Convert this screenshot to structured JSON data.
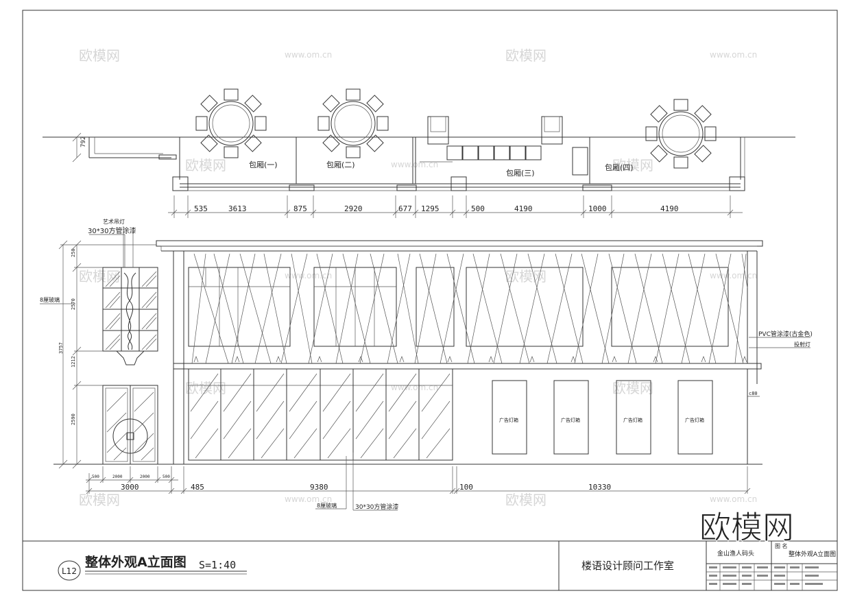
{
  "plan": {
    "rooms": [
      "包厢(一)",
      "包厢(二)",
      "包厢(三)",
      "包厢(四)"
    ],
    "left_dim": "792",
    "dims": [
      "535",
      "3613",
      "875",
      "2920",
      "677",
      "1295",
      "500",
      "4190",
      "1000",
      "4190"
    ]
  },
  "elevation": {
    "labels": {
      "art_lamp": "艺术吊灯",
      "square_tube_top": "30*30方管涂漆",
      "glass_left": "8厘玻璃",
      "pvc": "PVC管涂漆(古金色)",
      "spot": "投射灯",
      "ad_box": "广告灯箱",
      "glass_bottom": "8厘玻璃",
      "square_tube_bottom": "30*30方管涂漆"
    },
    "vertical_dims": [
      "250",
      "2570",
      "3757",
      "1212",
      "2590"
    ],
    "bottom_small_dims": [
      "500",
      "2000",
      "2000",
      "500"
    ],
    "bottom_dims": [
      "3000",
      "485",
      "9380",
      "100",
      "10330"
    ],
    "right_small_dim": "c80"
  },
  "title_block": {
    "sheet_no": "L12",
    "title": "整体外观A立面图",
    "scale": "S=1:40",
    "studio": "楼语设计顾问工作室",
    "project": "金山渔人码头",
    "drawing_name_label": "图 名",
    "drawing_name": "整体外观A立面图"
  },
  "watermarks": [
    "欧模网",
    "www.om.cn",
    "欧模网"
  ],
  "logo_text": "欧模网"
}
